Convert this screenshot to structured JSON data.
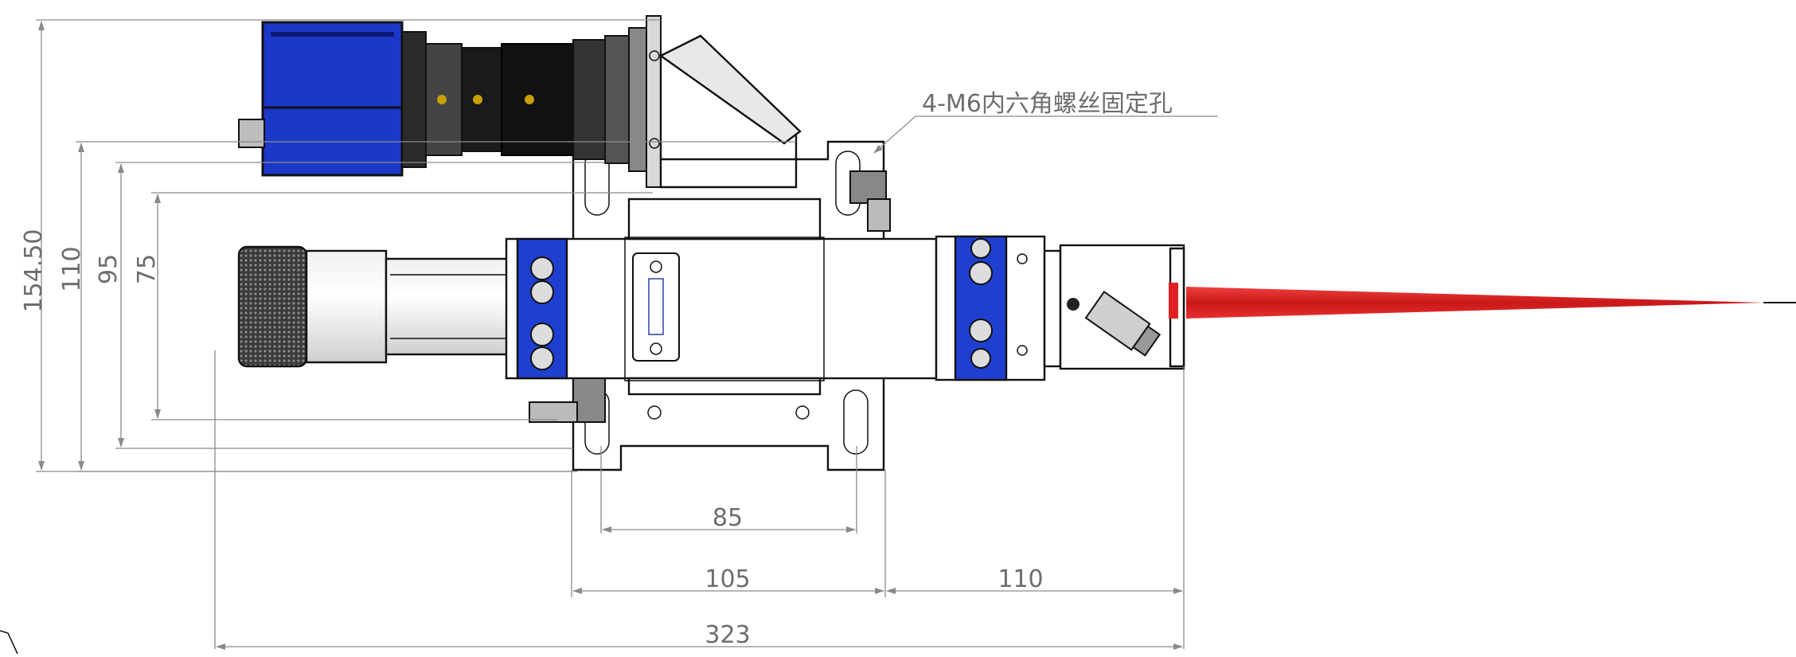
{
  "callout": {
    "text": "4-M6内六角螺丝固定孔"
  },
  "dimensions": {
    "vertical": [
      {
        "id": "overall-height",
        "label": "154.50"
      },
      {
        "id": "height-110",
        "label": "110"
      },
      {
        "id": "height-95",
        "label": "95"
      },
      {
        "id": "height-75",
        "label": "75"
      }
    ],
    "horizontal": [
      {
        "id": "hole-spacing",
        "label": "85"
      },
      {
        "id": "mount-width",
        "label": "105"
      },
      {
        "id": "nozzle-length",
        "label": "110"
      },
      {
        "id": "overall-length",
        "label": "323"
      }
    ]
  },
  "colors": {
    "blue_clamp": "#1f3fd0",
    "laser_beam": "#e02020",
    "camera_blue": "#1c38c8",
    "dimension_line": "#8a8a8a"
  }
}
